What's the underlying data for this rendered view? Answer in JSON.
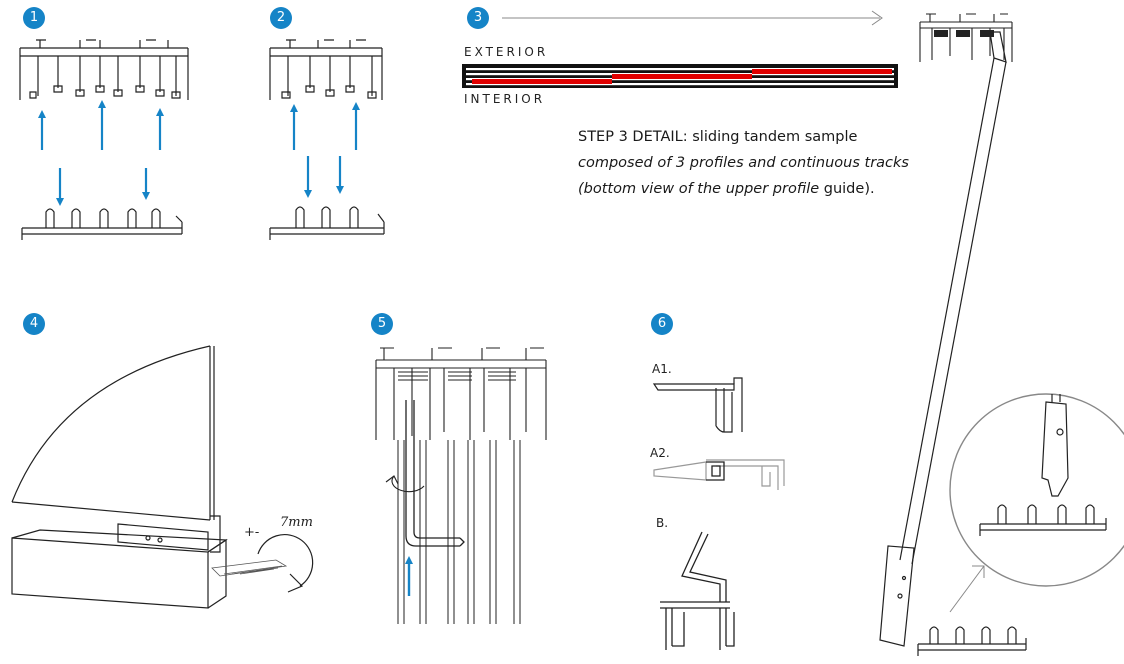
{
  "steps": {
    "s1": "1",
    "s2": "2",
    "s3": "3",
    "s4": "4",
    "s5": "5",
    "s6": "6"
  },
  "step3": {
    "exterior": "EXTERIOR",
    "interior": "INTERIOR",
    "detail_heading": "STEP 3 DETAIL:",
    "detail_lead": " sliding tandem sample",
    "detail_italic": "composed of 3 profiles and continuous tracks (bottom view of the upper profile",
    "detail_end": "guide",
    "detail_close": ")."
  },
  "step4": {
    "plusminus": "+-",
    "measure": "7mm"
  },
  "step6": {
    "a1": "A1.",
    "a2": "A2.",
    "b": "B."
  },
  "colors": {
    "accent": "#1584c7",
    "red": "#e00000",
    "line": "#1a1a1a"
  }
}
